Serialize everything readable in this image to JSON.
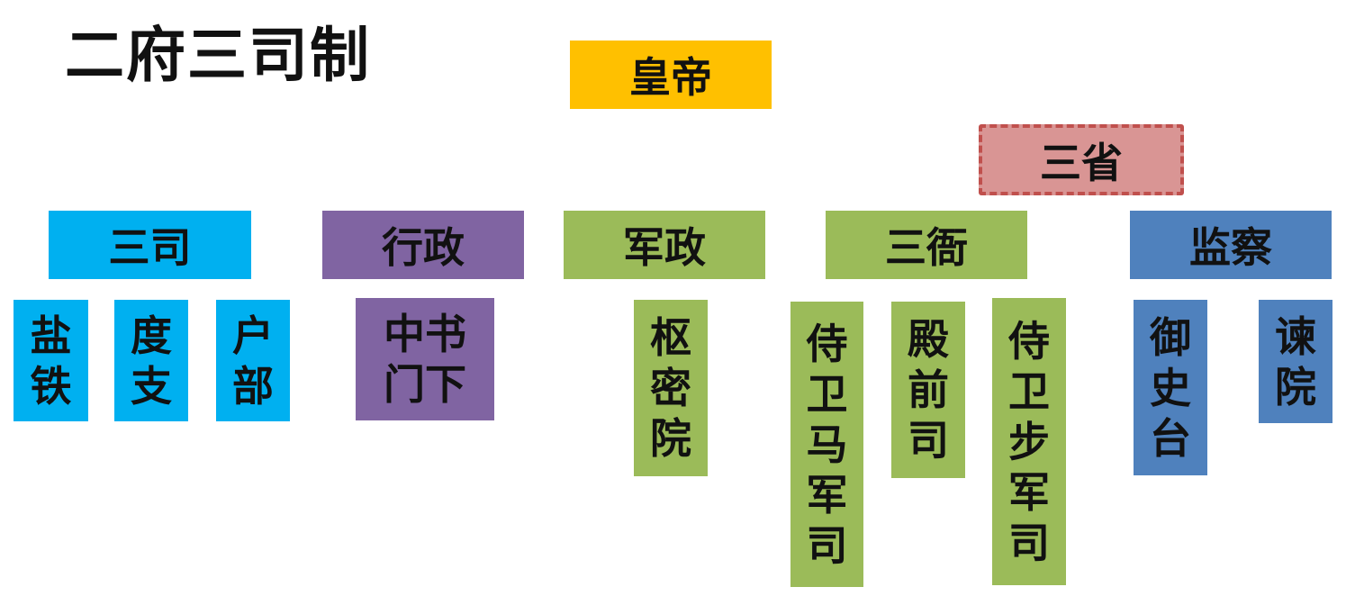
{
  "title": "二府三司制",
  "colors": {
    "emperor": "#ffc000",
    "sansheng": "#d99594",
    "sansheng_border": "#c0504d",
    "sansi": "#00b0f0",
    "xingzheng": "#8064a2",
    "green": "#9bbb59",
    "jiancha": "#4f81bd"
  },
  "emperor": "皇帝",
  "sansheng": "三省",
  "branches": {
    "sansi": {
      "label": "三司",
      "children": [
        "盐铁",
        "度支",
        "户部"
      ]
    },
    "xingzheng": {
      "label": "行政",
      "children": [
        "中书门下"
      ]
    },
    "junzheng": {
      "label": "军政",
      "children": [
        "枢密院"
      ]
    },
    "sanya": {
      "label": "三衙",
      "children": [
        "侍卫马军司",
        "殿前司",
        "侍卫步军司"
      ]
    },
    "jiancha": {
      "label": "监察",
      "children": [
        "御史台",
        "谏院"
      ]
    }
  }
}
